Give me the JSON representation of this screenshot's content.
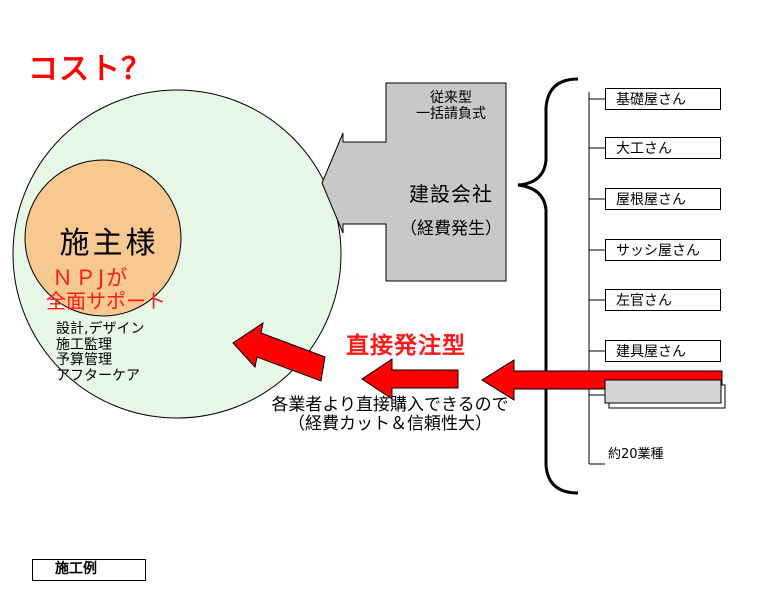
{
  "title": "コスト？",
  "client": {
    "label": "施主様",
    "support_line1": "ＮＰJが",
    "support_line2": "全面サポート",
    "services": [
      "設計,デザイン",
      "施工監理",
      "予算管理",
      "アフターケア"
    ]
  },
  "traditional": {
    "type_label_line1": "従来型",
    "type_label_line2": "一括請負式",
    "company": "建設会社",
    "note": "（経費発生）"
  },
  "direct": {
    "label": "直接発注型",
    "note_line1": "各業者より直接購入できるので",
    "note_line2": "（経費カット＆信頼性大）"
  },
  "trades": [
    {
      "label": "基礎屋さん"
    },
    {
      "label": "大工さん"
    },
    {
      "label": "屋根屋さん"
    },
    {
      "label": "サッシ屋さん"
    },
    {
      "label": "左官さん"
    },
    {
      "label": "建具屋さん"
    },
    {
      "label": ""
    }
  ],
  "trades_summary": "約20業種",
  "example_button": "施工例",
  "colors": {
    "outer_circle": "#e8f8e6",
    "inner_circle": "#f7c890",
    "arrow_red": "#ff0000",
    "gray_arrow": "#c8c8c8",
    "accent_text": "#ff1a1a"
  }
}
